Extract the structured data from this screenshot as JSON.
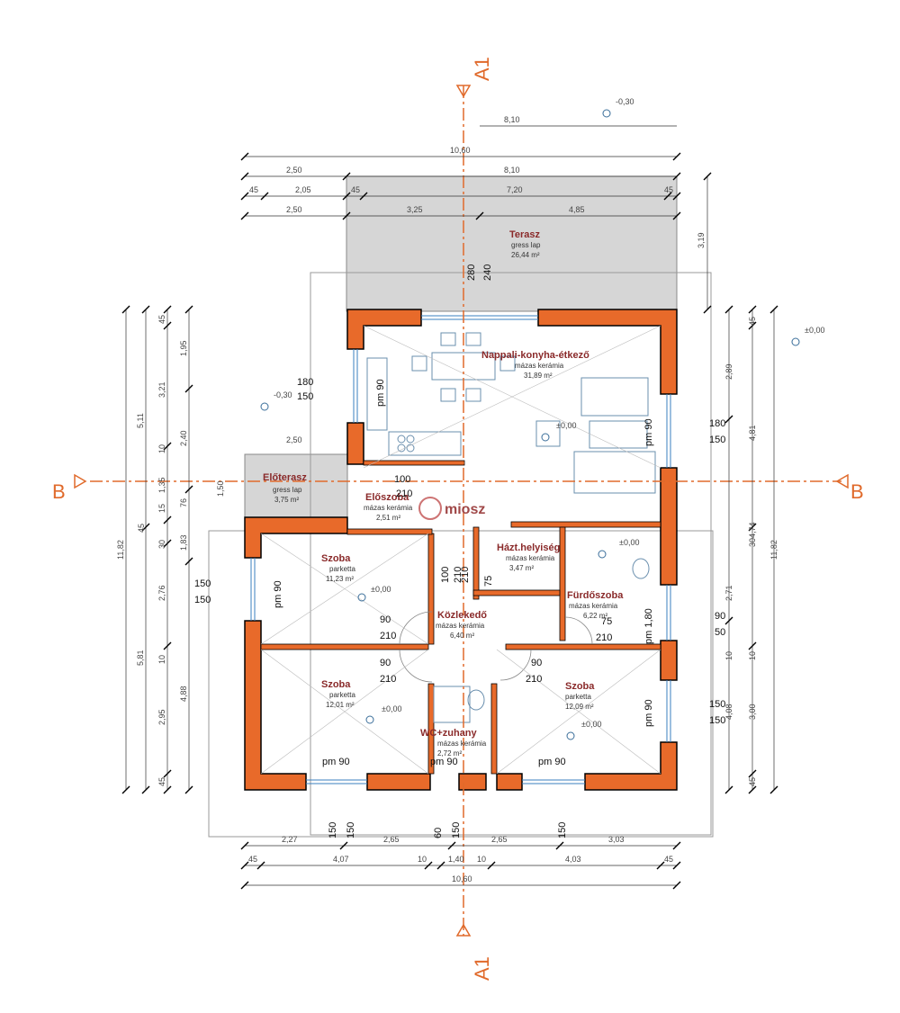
{
  "axes": {
    "vertical_top": "A1",
    "vertical_bottom": "A1",
    "horizontal_left": "B",
    "horizontal_right": "B"
  },
  "logo": {
    "text": "miosz"
  },
  "rooms": [
    {
      "key": "terasz",
      "name": "Terasz",
      "floor": "gress lap",
      "area": "26,44 m²"
    },
    {
      "key": "nappali",
      "name": "Nappali-konyha-étkező",
      "floor": "mázas kerámia",
      "area": "31,89 m²"
    },
    {
      "key": "eloterasz",
      "name": "Előterasz",
      "floor": "gress lap",
      "area": "3,75 m²"
    },
    {
      "key": "eloszoba",
      "name": "Előszoba",
      "floor": "mázas kerámia",
      "area": "2,51 m²"
    },
    {
      "key": "haztartasi",
      "name": "Házt.helyiség",
      "floor": "mázas kerámia",
      "area": "3,47 m²"
    },
    {
      "key": "szoba1",
      "name": "Szoba",
      "floor": "parketta",
      "area": "11,23 m²"
    },
    {
      "key": "furdo",
      "name": "Fürdőszoba",
      "floor": "mázas kerámia",
      "area": "6,22 m²"
    },
    {
      "key": "kozlekedo",
      "name": "Közlekedő",
      "floor": "mázas kerámia",
      "area": "6,40 m²"
    },
    {
      "key": "szoba2",
      "name": "Szoba",
      "floor": "parketta",
      "area": "12,01 m²"
    },
    {
      "key": "szoba3",
      "name": "Szoba",
      "floor": "parketta",
      "area": "12,09 m²"
    },
    {
      "key": "wc",
      "name": "WC+zuhany",
      "floor": "mázas kerámia",
      "area": "2,72 m²"
    }
  ],
  "levels": {
    "terrace": "-0,30",
    "left": "-0,30",
    "right": "±0,00",
    "living": "±0,00",
    "room1": "±0,00",
    "room2": "±0,00",
    "room3": "±0,00",
    "bath": "±0,00"
  },
  "dims_top": {
    "row0": "8,10",
    "row1": "10,60",
    "row2a": "2,50",
    "row2b": "8,10",
    "row3": [
      "45",
      "2,05",
      "45",
      "7,20",
      "45"
    ],
    "row4": [
      "2,50",
      "3,25",
      "4,85"
    ]
  },
  "dims_bottom": {
    "row1": [
      "2,27",
      "2,65",
      "2,65",
      "3,03"
    ],
    "row2": [
      "45",
      "4,07",
      "10",
      "1,40",
      "10",
      "4,03",
      "45"
    ],
    "row3": "10,60",
    "openings": [
      "150",
      "150",
      "60",
      "150",
      "150"
    ]
  },
  "dims_left": {
    "outer": "11,82",
    "mid": [
      "5,11",
      "5,81"
    ],
    "inner": [
      "45",
      "3,21",
      "10",
      "1,35",
      "15",
      "45",
      "30",
      "2,76",
      "10",
      "2,95",
      "45"
    ],
    "right": [
      "1,95",
      "2,40",
      "76",
      "1,83",
      "4,88"
    ],
    "eloterasz": [
      "1,50",
      "2,50"
    ]
  },
  "dims_right": {
    "outer": "11,82",
    "mid": [
      "4,81",
      "4,74",
      "4,08"
    ],
    "inner": [
      "45",
      "2,89",
      "10",
      "30",
      "2,71",
      "10",
      "3,00",
      "45"
    ],
    "terrace": "3,19"
  },
  "openings": {
    "terrace_door_h": "280",
    "terrace_door_w": "240",
    "living_win_h": "180",
    "living_win_w": "150",
    "right_win_h": "180",
    "right_win_w": "150",
    "hall_door": "100",
    "hall_door_h": "210",
    "room1_win": "150",
    "room1_win2": "150",
    "room1_door_w": "90",
    "room1_door_h": "210",
    "room2_door_w": "90",
    "room2_door_h": "210",
    "room3_door_w": "90",
    "room3_door_h": "210",
    "bath_door_w": "75",
    "bath_door_h": "210",
    "bath_win": "90",
    "bath_win2": "50",
    "room3_win_w": "150",
    "room3_win_h": "150",
    "util_door_w": "75",
    "util_door_h": "210",
    "hall_door2": "100",
    "hall_door2_h": "210",
    "pm90": "pm 90",
    "pm180": "pm 1,80"
  }
}
